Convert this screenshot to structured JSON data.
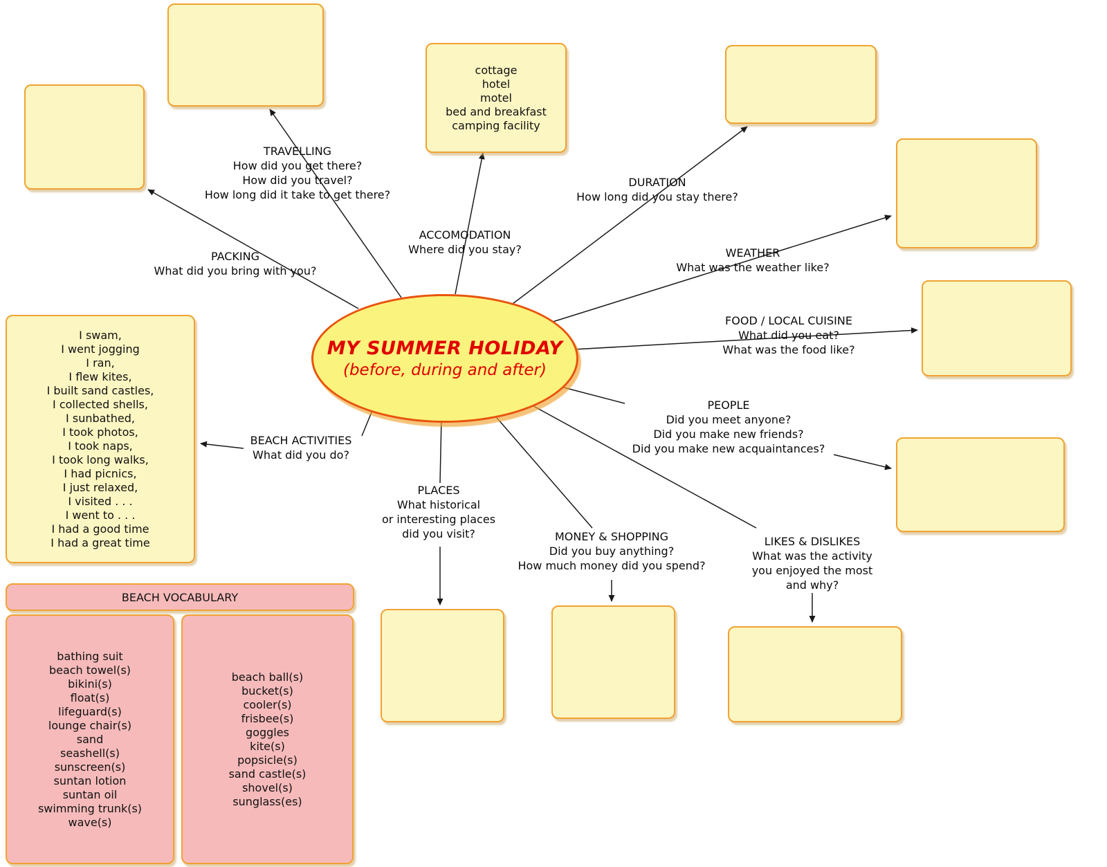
{
  "center": {
    "title": "MY SUMMER HOLIDAY",
    "subtitle": "(before, during and after)"
  },
  "labels": {
    "travelling": [
      "TRAVELLING",
      "How did you get there?",
      "How did you travel?",
      "How long did it take to get there?"
    ],
    "packing": [
      "PACKING",
      "What did you bring with you?"
    ],
    "accommodation": [
      "ACCOMODATION",
      "Where did you stay?"
    ],
    "duration": [
      "DURATION",
      "How long did you stay there?"
    ],
    "weather": [
      "WEATHER",
      "What was the weather like?"
    ],
    "food": [
      "FOOD / LOCAL CUISINE",
      "What did you eat?",
      "What was the food like?"
    ],
    "people": [
      "PEOPLE",
      "Did you meet anyone?",
      "Did you make new friends?",
      "Did you make new acquaintances?"
    ],
    "likes": [
      "LIKES & DISLIKES",
      "What was the activity",
      "you enjoyed the most",
      "and why?"
    ],
    "money": [
      "MONEY & SHOPPING",
      "Did you buy anything?",
      "How much money did you spend?"
    ],
    "places": [
      "PLACES",
      "What historical",
      "or interesting places",
      "did you visit?"
    ],
    "beach_activities": [
      "BEACH  ACTIVITIES",
      "What did you do?"
    ]
  },
  "notes": {
    "accommodation": [
      "cottage",
      "hotel",
      "motel",
      "bed and breakfast",
      "camping facility"
    ],
    "beach_activities": [
      "I swam,",
      "I went  jogging",
      "I ran,",
      "I flew kites,",
      "I built sand castles,",
      "I collected shells,",
      "I sunbathed,",
      "I took photos,",
      "I took naps,",
      "I took long walks,",
      "I had picnics,",
      "I just relaxed,",
      "I visited . . .",
      "I went to . . .",
      "I had a good time",
      "I had a great time"
    ]
  },
  "vocabulary": {
    "header": "BEACH VOCABULARY",
    "list1": [
      "bathing suit",
      "beach towel(s)",
      "bikini(s)",
      "float(s)",
      "lifeguard(s)",
      "lounge chair(s)",
      "sand",
      "seashell(s)",
      "sunscreen(s)",
      "suntan lotion",
      "suntan oil",
      "swimming trunk(s)",
      "wave(s)"
    ],
    "list2": [
      "beach ball(s)",
      "bucket(s)",
      "cooler(s)",
      "frisbee(s)",
      "goggles",
      "kite(s)",
      "popsicle(s)",
      "sand castle(s)",
      "shovel(s)",
      "sunglass(es)"
    ]
  },
  "colors": {
    "box_fill": "#fcf6c2",
    "box_border": "#f0a232",
    "pink_fill": "#f6baba",
    "ellipse_fill": "#faf37d",
    "ellipse_border": "#e8540e",
    "title_red": "#e00000",
    "arrow": "#1a1a1a"
  }
}
